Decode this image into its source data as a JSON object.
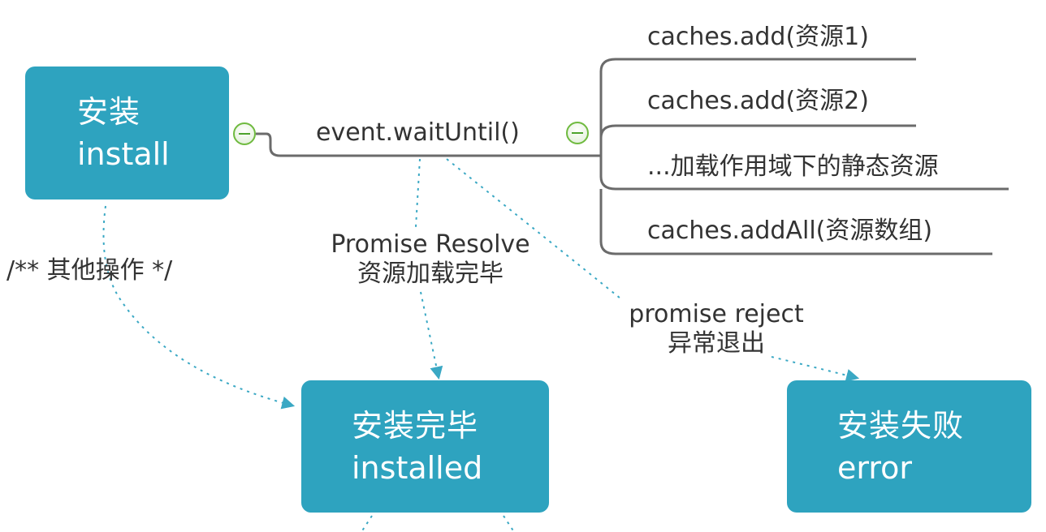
{
  "nodes": {
    "install": {
      "zh": "安装",
      "en": "install"
    },
    "installed": {
      "zh": "安装完毕",
      "en": "installed"
    },
    "error": {
      "zh": "安装失败",
      "en": "error"
    }
  },
  "topics": {
    "wait_until": "event.waitUntil()",
    "children": [
      "caches.add(资源1)",
      "caches.add(资源2)",
      "...加载作用域下的静态资源",
      "caches.addAll(资源数组)"
    ]
  },
  "relations": {
    "other_ops": "/** 其他操作 */",
    "resolve": {
      "line1": "Promise Resolve",
      "line2": "资源加载完毕"
    },
    "reject": {
      "line1": "promise reject",
      "line2": "异常退出"
    }
  },
  "colors": {
    "node_fill": "#2ea3bf",
    "node_text": "#ffffff",
    "branch_line": "#6b6b6b",
    "relation_line": "#3aa8c4",
    "collapse_button": "#6fba3f",
    "label_text": "#333333"
  }
}
